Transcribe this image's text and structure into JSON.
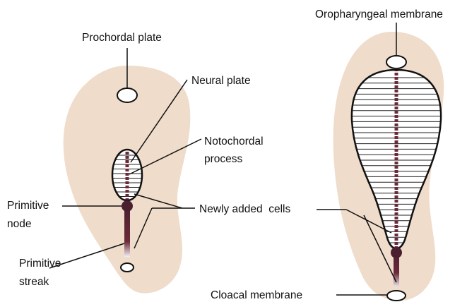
{
  "labels": {
    "prochordal_plate": "Prochordal plate",
    "neural_plate": "Neural plate",
    "notochordal_process_line1": "Notochordal",
    "notochordal_process_line2": "process",
    "primitive_node_line1": "Primitive",
    "primitive_node_line2": "node",
    "primitive_streak_line1": "Primitive",
    "primitive_streak_line2": "streak",
    "newly_added_cells": "Newly added  cells",
    "oropharyngeal_membrane": "Oropharyngeal membrane",
    "cloacal_membrane": "Cloacal membrane"
  },
  "colors": {
    "embryo_disc": "#efdccb",
    "notochord": "#6b2a3a",
    "outline": "#111111"
  }
}
